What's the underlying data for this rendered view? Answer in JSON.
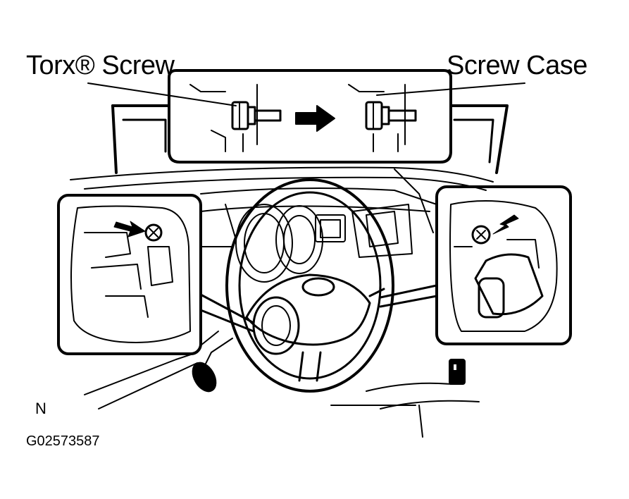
{
  "labels": {
    "torx_screw": "Torx® Screw",
    "screw_case": "Screw Case",
    "orientation": "N",
    "figure_id": "G02573587"
  },
  "colors": {
    "ink": "#000000",
    "paper": "#ffffff"
  },
  "icons": [
    "arrow-right-icon",
    "arrow-pointer-icon"
  ]
}
